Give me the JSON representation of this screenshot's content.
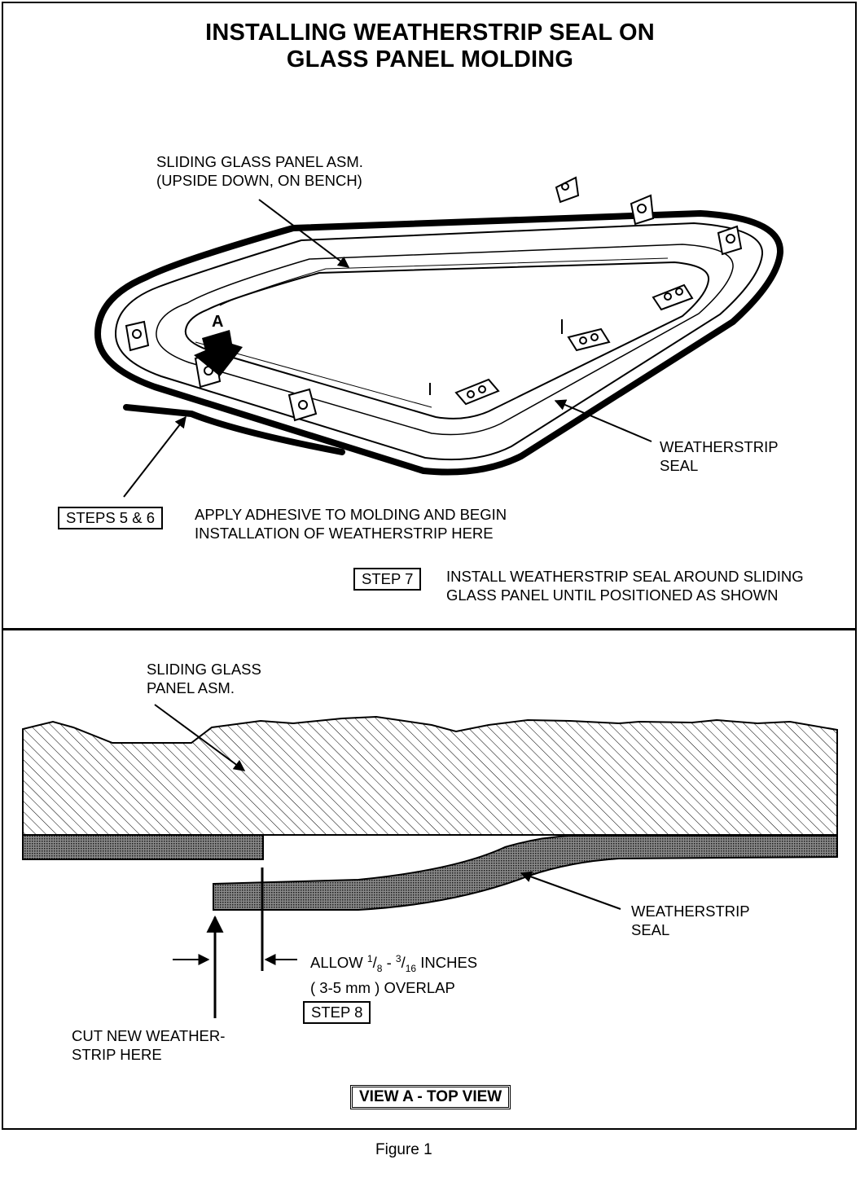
{
  "title": {
    "line1": "INSTALLING WEATHERSTRIP SEAL ON",
    "line2": "GLASS PANEL MOLDING"
  },
  "top_view": {
    "panel_label_line1": "SLIDING GLASS PANEL ASM.",
    "panel_label_line2": "(UPSIDE DOWN, ON BENCH)",
    "marker_a": "A",
    "seal_label_line1": "WEATHERSTRIP",
    "seal_label_line2": "SEAL",
    "steps_5_6_box": "STEPS  5 & 6",
    "steps_5_6_line1": "APPLY ADHESIVE TO MOLDING AND BEGIN",
    "steps_5_6_line2": "INSTALLATION OF WEATHERSTRIP HERE",
    "step_7_box": "STEP 7",
    "step_7_line1": "INSTALL WEATHERSTRIP SEAL AROUND SLIDING",
    "step_7_line2": "GLASS PANEL UNTIL POSITIONED AS SHOWN"
  },
  "detail_view": {
    "panel_label_line1": "SLIDING GLASS",
    "panel_label_line2": "PANEL ASM.",
    "seal_label_line1": "WEATHERSTRIP",
    "seal_label_line2": "SEAL",
    "allow_prefix": "ALLOW ",
    "frac1_num": "1",
    "frac1_den": "8",
    "dash": " - ",
    "frac2_num": "3",
    "frac2_den": "16",
    "allow_suffix": " INCHES",
    "overlap_line": "( 3-5 mm ) OVERLAP",
    "step_8_box": "STEP 8",
    "cut_line1": "CUT NEW WEATHER-",
    "cut_line2": "STRIP HERE",
    "view_caption": "VIEW A - TOP VIEW"
  },
  "caption": "Figure 1"
}
